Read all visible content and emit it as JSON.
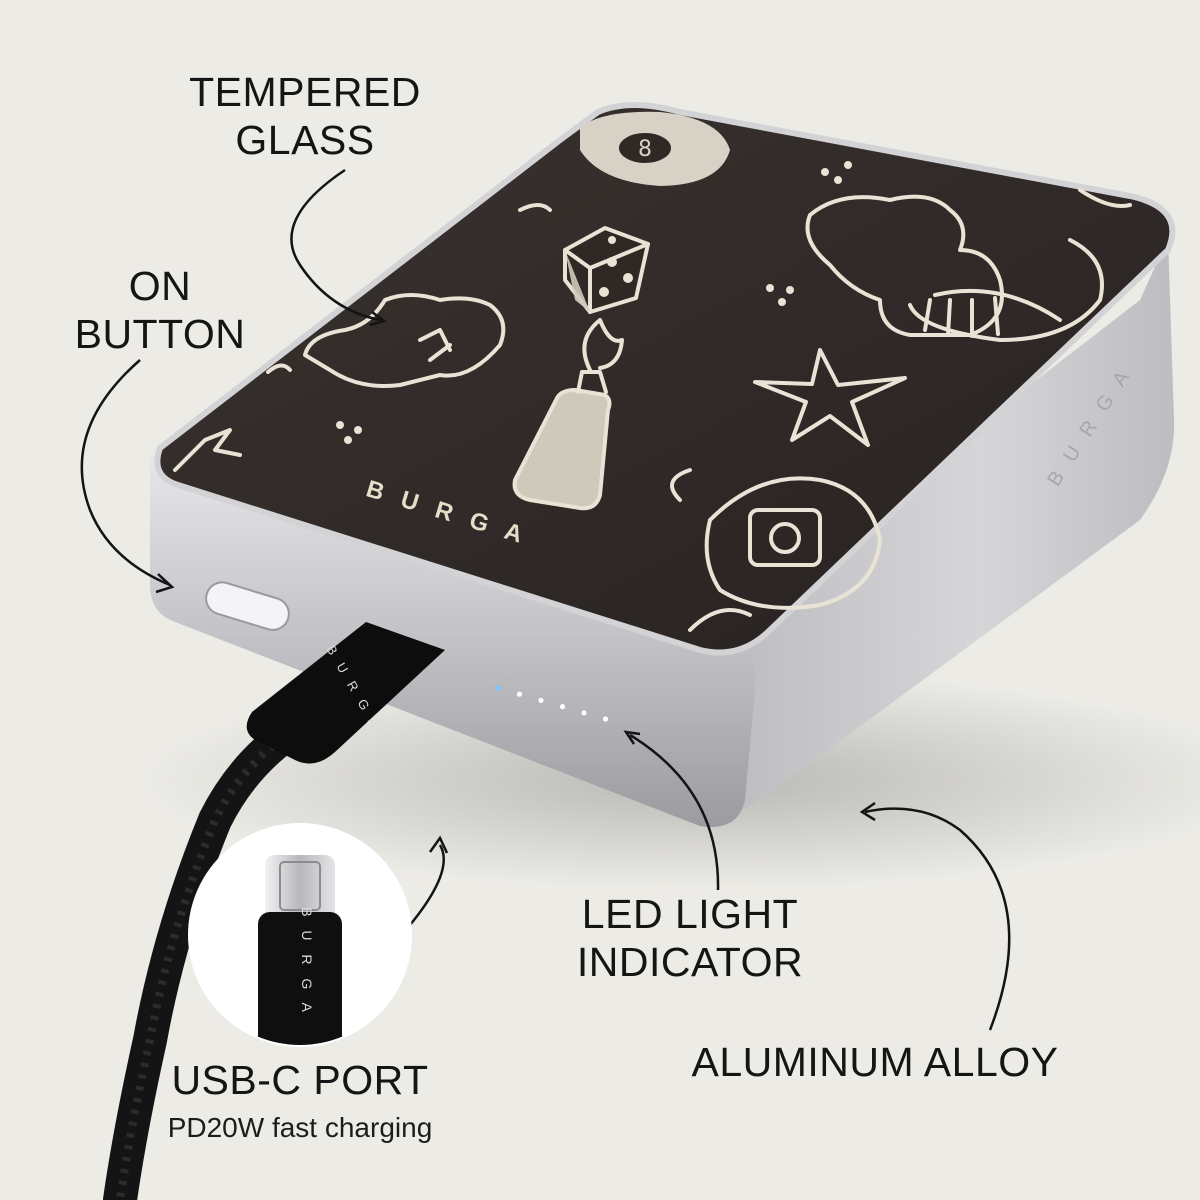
{
  "callouts": {
    "tempered_glass": {
      "line1": "TEMPERED",
      "line2": "GLASS"
    },
    "on_button": {
      "line1": "ON",
      "line2": "BUTTON"
    },
    "led": {
      "line1": "LED LIGHT",
      "line2": "INDICATOR"
    },
    "aluminum": {
      "line1": "ALUMINUM ALLOY"
    },
    "usb_c": {
      "title": "USB-C PORT",
      "subtitle": "PD20W fast charging"
    }
  },
  "brand": {
    "top_logo": "B U R G A",
    "side_logo": "B U R G A",
    "connector_logo": "B U R G A",
    "inset_logo": "B U R G A"
  },
  "device": {
    "led_count": 6,
    "led_lit": 1
  },
  "colors": {
    "background": "#ecebe6",
    "glass_top": "#2f2926",
    "doodle": "#e9e3d6",
    "aluminum": "#c9c9cc",
    "cable": "#111111",
    "led_on": "#79c9ff",
    "led_off": "#ffffff"
  }
}
